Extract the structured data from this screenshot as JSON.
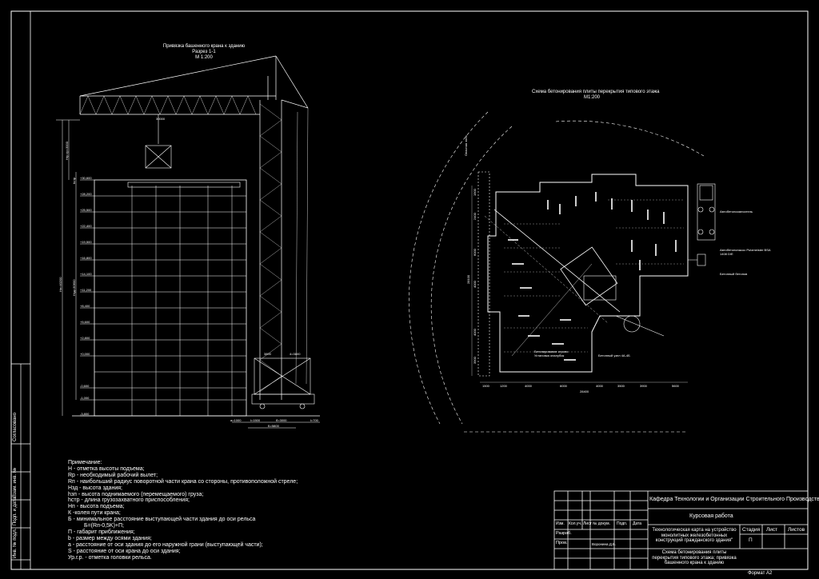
{
  "left_drawing": {
    "title_lines": [
      "Привязка башенного крана к зданию",
      "Разрез 1-1",
      "М 1:200"
    ],
    "elevations": [
      "+30,600",
      "+28,200",
      "+25,500",
      "+22,400",
      "+19,500",
      "+16,800",
      "+14,100",
      "+11,200",
      "+8,400",
      "+5,600",
      "+2,800",
      "+0,000",
      "-0,600",
      "-1,000",
      "-3,800"
    ],
    "dims_left": [
      "Hп=40200",
      "Hзд=30600",
      "Нгр.тр=3000",
      "hстр"
    ],
    "dims_bottom": [
      "a=1000",
      "l=1500",
      "б=3000",
      "Б=5800",
      "l=700"
    ],
    "dims_top": [
      "30000"
    ],
    "crane_base": [
      "3800",
      "4=3800"
    ]
  },
  "right_drawing": {
    "title_lines": [
      "Схема бетонирования плиты перекрытия типового этажа",
      "М1:200"
    ],
    "labels": [
      "Автобетоносмеситель",
      "Автобетононасос Putzmeister BSA 1408 D/E",
      "Бетонный бетонов",
      "Бетонирование стропо",
      "Установка опалубок",
      "Опасная зона",
      "Бетонный узел 4А-4Б"
    ],
    "dims_bottom": [
      "1500",
      "1200",
      "4000",
      "6000",
      "4000",
      "3500",
      "3900",
      "5600"
    ],
    "dims_total": "28400",
    "dims_left": [
      "1900",
      "2400",
      "6000",
      "28100",
      "4000",
      "4000",
      "3900"
    ]
  },
  "notes": [
    "Примечание:",
    "H - отметка высоты подъема;",
    "Rр - необходимый рабочий вылет;",
    "Rп - наибольший радиус поворотной части крана со стороны,  противоположной стреле;",
    "Hзд - высота здания;",
    "hзп - высота поднимаемого (перемещаемого) груза;",
    "hстр - длина грузозахватного приспособления;",
    "Hп - высота подъема;",
    "К -колея пути крана;",
    "Б - минимальное расстояние выступающей части здания до оси рельса",
    "Б=(Rп-0,5K)+П;",
    "П - габарит приближения;",
    "b - размер между осями здания;",
    "а - расстояние от оси здания до его наружной грани (выступающей части);",
    "S - расстояние от оси крана до оси здания;",
    "Ур.г.р. - отметка головки рельса."
  ],
  "side_stamp": [
    "Согласовано",
    "Взам. инв. №",
    "Подп. и дата",
    "Инв. № подл."
  ],
  "title_block": {
    "department": "Кафедра Технологии и Организации Строительного Производства",
    "work_type": "Курсовая работа",
    "project_title": "Технологическая карта на устройство монолитных железобетонных конструкций гражданского здания\"",
    "sheet_title": "Схема бетонирования плиты перекрытия типового этажа; привязка башенного крана к зданию",
    "stage_header": "Стадия",
    "sheet_header": "Лист",
    "sheets_header": "Листов",
    "stage_value": "П",
    "col_headers": [
      "Изм.",
      "Кол.уч.",
      "Лист",
      "№ докум.",
      "Подп.",
      "Дата"
    ],
    "rows": [
      "Разраб.",
      "Пров."
    ],
    "developer": "Воронина Д.Б.",
    "format": "Формат A2"
  }
}
